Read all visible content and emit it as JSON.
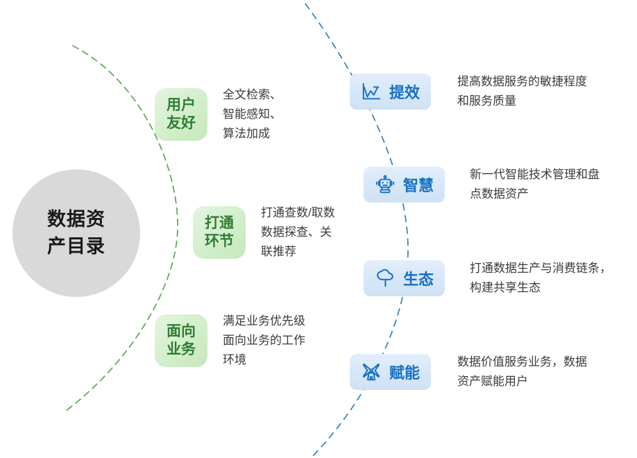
{
  "center": {
    "label": "数据资产\n产目录",
    "label_display": "数据资\n产目录",
    "color": "#d9d9d9"
  },
  "colors": {
    "green_accent": "#2f7d32",
    "green_curve": "#55a84f",
    "blue_accent": "#1570c4",
    "blue_curve": "#2a7ec4",
    "text": "#3b3b3b",
    "center_fill": "#d9d9d9"
  },
  "green_branch": {
    "curve_color": "#55a84f",
    "nodes": [
      {
        "title": "用户\n友好",
        "desc": "全文检索、\n智能感知、\n算法加成"
      },
      {
        "title": "打通\n环节",
        "desc": "打通查数/取数\n数据探查、关\n联推荐"
      },
      {
        "title": "面向\n业务",
        "desc": "满足业务优先级\n面向业务的工作\n环境"
      }
    ]
  },
  "blue_branch": {
    "curve_color": "#2a7ec4",
    "nodes": [
      {
        "title": "提效",
        "icon": "line-chart-icon",
        "desc": "提高数据服务的敏捷程度\n和服务质量"
      },
      {
        "title": "智慧",
        "icon": "robot-icon",
        "desc": "新一代智能技术管理和盘\n点数据资产"
      },
      {
        "title": "生态",
        "icon": "tree-icon",
        "desc": "打通数据生产与消费链条，\n构建共享生态"
      },
      {
        "title": "赋能",
        "icon": "windmill-icon",
        "desc": "数据价值服务业务，数据\n资产赋能用户"
      }
    ]
  }
}
